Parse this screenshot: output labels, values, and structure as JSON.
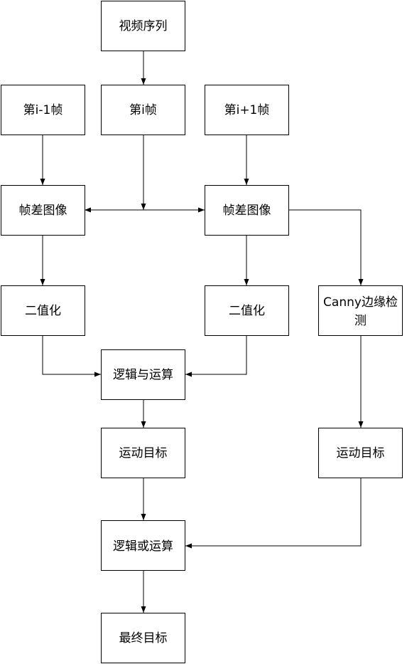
{
  "nodes": {
    "video_sequence": {
      "label": "视频序列"
    },
    "frame_prev": {
      "label": "第i-1帧"
    },
    "frame_cur": {
      "label": "第i帧"
    },
    "frame_next": {
      "label": "第i+1帧"
    },
    "diff_left": {
      "label": "帧差图像"
    },
    "diff_right": {
      "label": "帧差图像"
    },
    "binarize_left": {
      "label": "二值化"
    },
    "binarize_right": {
      "label": "二值化"
    },
    "canny": {
      "label_line1": "Canny边缘检",
      "label_line2": "测"
    },
    "logic_and": {
      "label": "逻辑与运算"
    },
    "moving_target_left": {
      "label": "运动目标"
    },
    "moving_target_right": {
      "label": "运动目标"
    },
    "logic_or": {
      "label": "逻辑或运算"
    },
    "final_target": {
      "label": "最终目标"
    }
  },
  "colors": {
    "stroke": "#000000",
    "fill": "#ffffff",
    "text": "#000000"
  }
}
